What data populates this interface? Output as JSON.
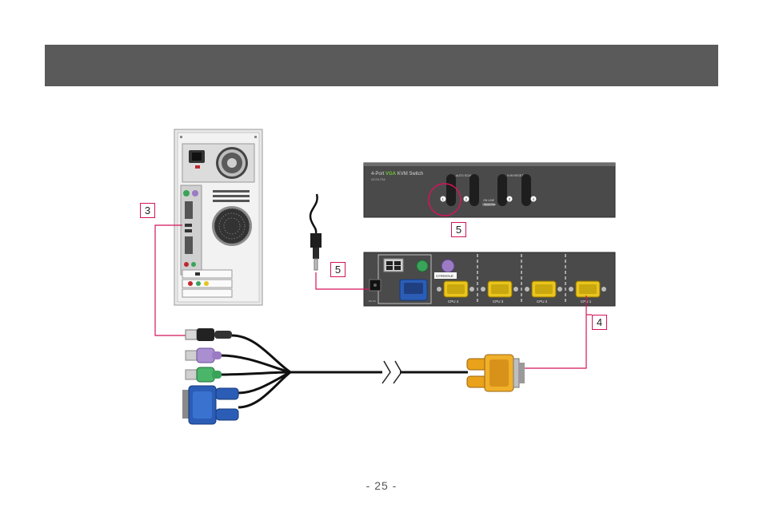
{
  "header_bar": {
    "text": ""
  },
  "callouts": {
    "c3": "3",
    "c5_cable": "5",
    "c5_button": "5",
    "c4": "4"
  },
  "kvm_front": {
    "title_prefix": "4-Port ",
    "title_vga": "VGA",
    "title_suffix": " KVM Switch",
    "model": "GCS1734",
    "label_auto_scan": "AUTO SCAN",
    "label_kvm_reset": "KVM RESET",
    "label_online": "ON LINE",
    "label_selected": "SELECTED",
    "port_numbers": [
      "1",
      "2",
      "3",
      "4"
    ]
  },
  "kvm_rear": {
    "console_label": "CONSOLE",
    "cpu_labels": [
      "CPU 4",
      "CPU 3",
      "CPU 2",
      "CPU 1"
    ],
    "power_label": "DC 5V"
  },
  "page_number": "- 25 -",
  "colors": {
    "callout_line": "#d4145a",
    "banner": "#5a5a5a",
    "vga_blue": "#2b5db6",
    "vga_gold": "#e9a21a"
  }
}
